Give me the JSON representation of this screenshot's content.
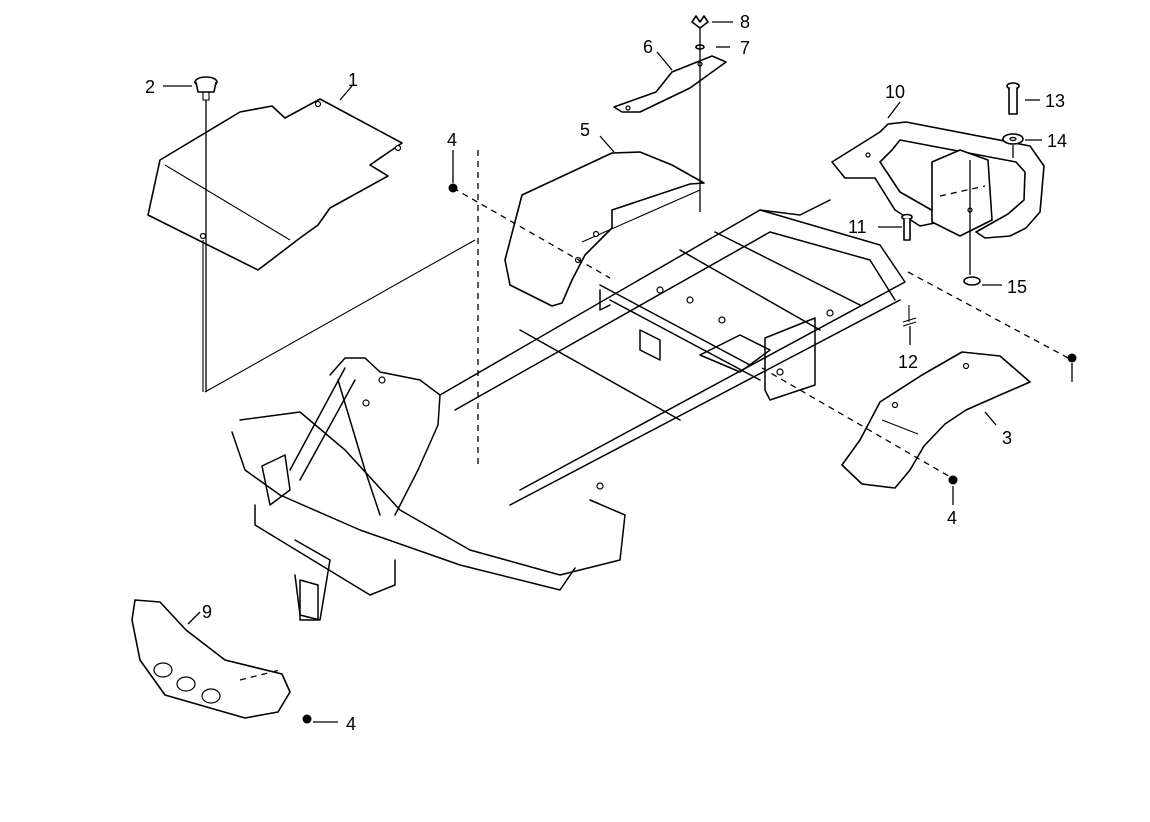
{
  "callouts": [
    {
      "id": "c1",
      "label": "1"
    },
    {
      "id": "c2",
      "label": "2"
    },
    {
      "id": "c3",
      "label": "3"
    },
    {
      "id": "c4a",
      "label": "4"
    },
    {
      "id": "c4b",
      "label": "4"
    },
    {
      "id": "c4c",
      "label": "4"
    },
    {
      "id": "c5",
      "label": "5"
    },
    {
      "id": "c6",
      "label": "6"
    },
    {
      "id": "c7",
      "label": "7"
    },
    {
      "id": "c8",
      "label": "8"
    },
    {
      "id": "c9",
      "label": "9"
    },
    {
      "id": "c10",
      "label": "10"
    },
    {
      "id": "c11",
      "label": "11"
    },
    {
      "id": "c12",
      "label": "12"
    },
    {
      "id": "c13",
      "label": "13"
    },
    {
      "id": "c14",
      "label": "14"
    },
    {
      "id": "c15",
      "label": "15"
    }
  ]
}
